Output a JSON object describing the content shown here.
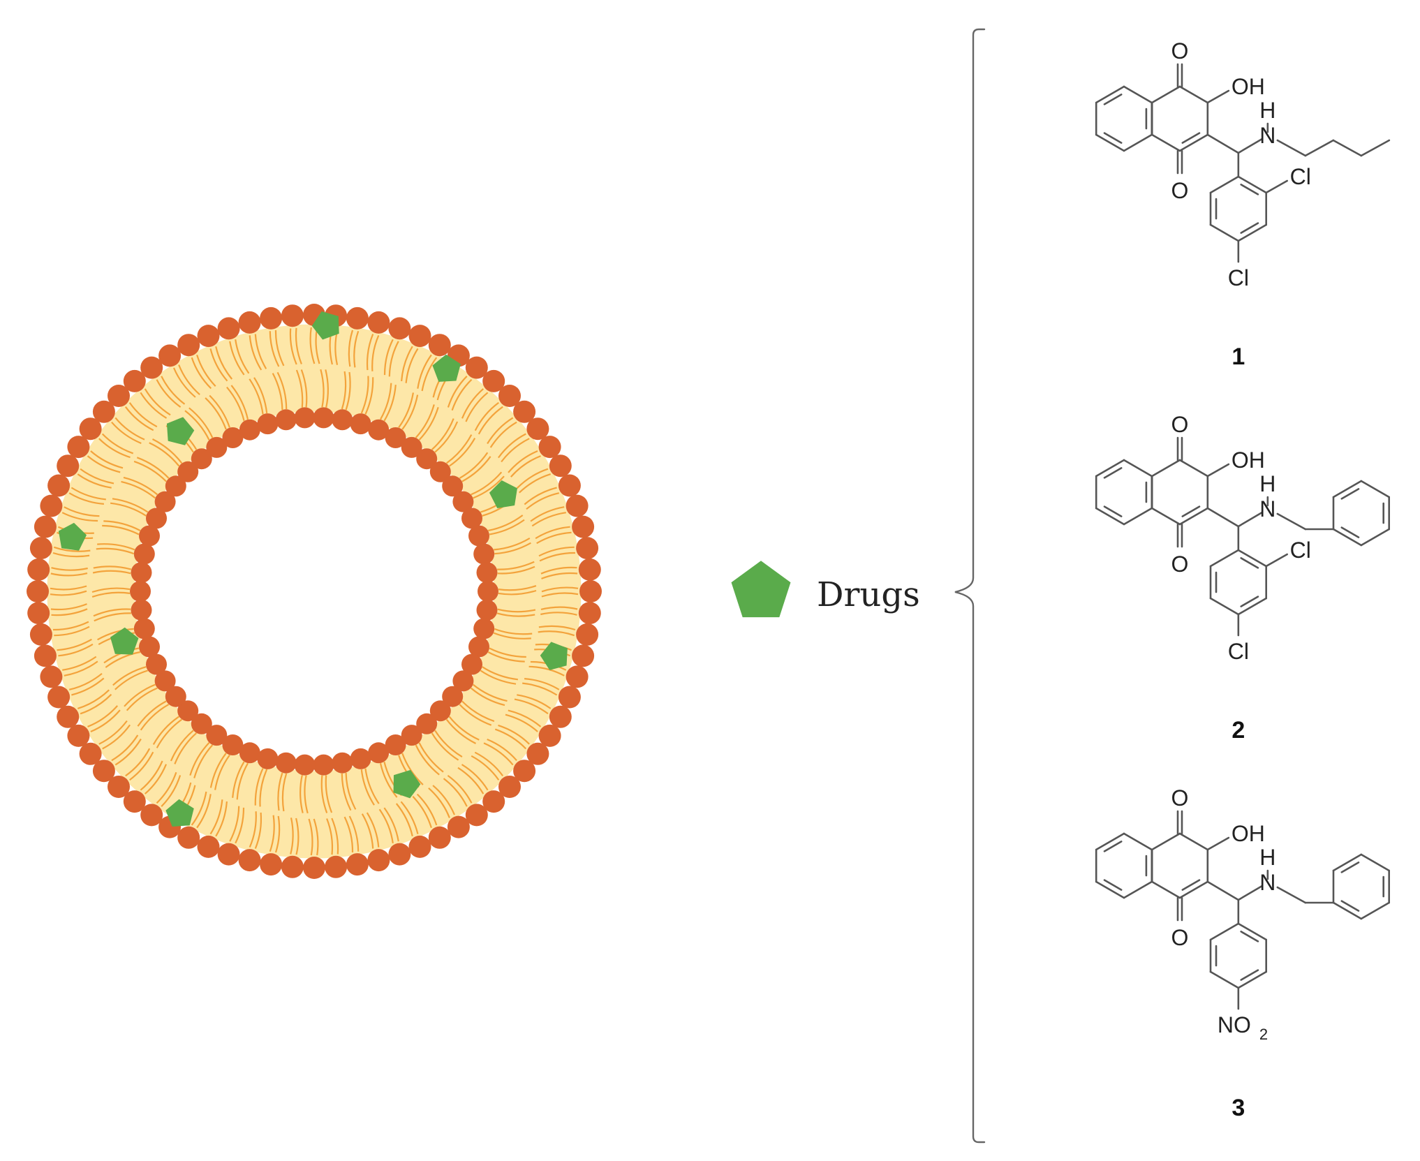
{
  "legend": {
    "label": "Drugs",
    "color": "#5aab4b"
  },
  "colors": {
    "head": "#d9622f",
    "tail": "#f3a33c",
    "core": "#fde7a8",
    "drug": "#5aab4b"
  },
  "molecules": [
    {
      "number": "1",
      "labels": {
        "o_top": "O",
        "o_bottom": "O",
        "oh": "OH",
        "nh": "N",
        "h": "H",
        "cl_ortho": "Cl",
        "cl_para": "Cl"
      }
    },
    {
      "number": "2",
      "labels": {
        "o_top": "O",
        "o_bottom": "O",
        "oh": "OH",
        "nh": "N",
        "h": "H",
        "cl_ortho": "Cl",
        "cl_para": "Cl"
      }
    },
    {
      "number": "3",
      "labels": {
        "o_top": "O",
        "o_bottom": "O",
        "oh": "OH",
        "nh": "N",
        "h": "H",
        "no2": "NO",
        "no2_sub": "2"
      }
    }
  ]
}
